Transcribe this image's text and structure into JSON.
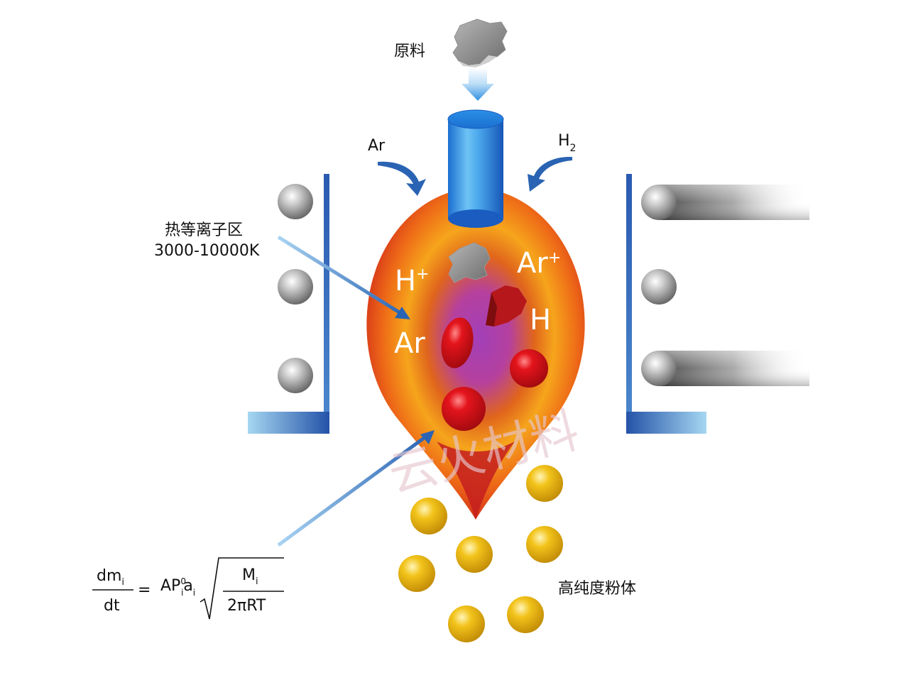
{
  "labels": {
    "raw_material": "原料",
    "gas_ar": "Ar",
    "gas_h2": "H",
    "gas_h2_sub": "2",
    "plasma_zone_line1": "热等离子区",
    "plasma_zone_line2": "3000-10000K",
    "ion_h_plus": "H",
    "ion_h_plus_sup": "+",
    "ion_ar_plus": "Ar",
    "ion_ar_plus_sup": "+",
    "species_h": "H",
    "species_ar": "Ar",
    "product": "高纯度粉体",
    "watermark": "云火材料"
  },
  "formula": {
    "lhs_num": "dm",
    "lhs_num_sub": "i",
    "lhs_den": "dt",
    "equals": "=",
    "rhs_A": "AP",
    "rhs_P_sup": "0",
    "rhs_P_sub": "i",
    "rhs_a": "a",
    "rhs_a_sub": "i",
    "sqrt_num": "M",
    "sqrt_num_sub": "i",
    "sqrt_den": "2πRT"
  },
  "colors": {
    "accent_blue": "#2a63b3",
    "plasma_outer": "#c8221e",
    "plasma_mid": "#f39a1e",
    "plasma_core": "#9a3ab0",
    "particle_red": "#d9131b",
    "product_gold": "#e6b60e",
    "coil_gray": "#8a8a8a"
  }
}
